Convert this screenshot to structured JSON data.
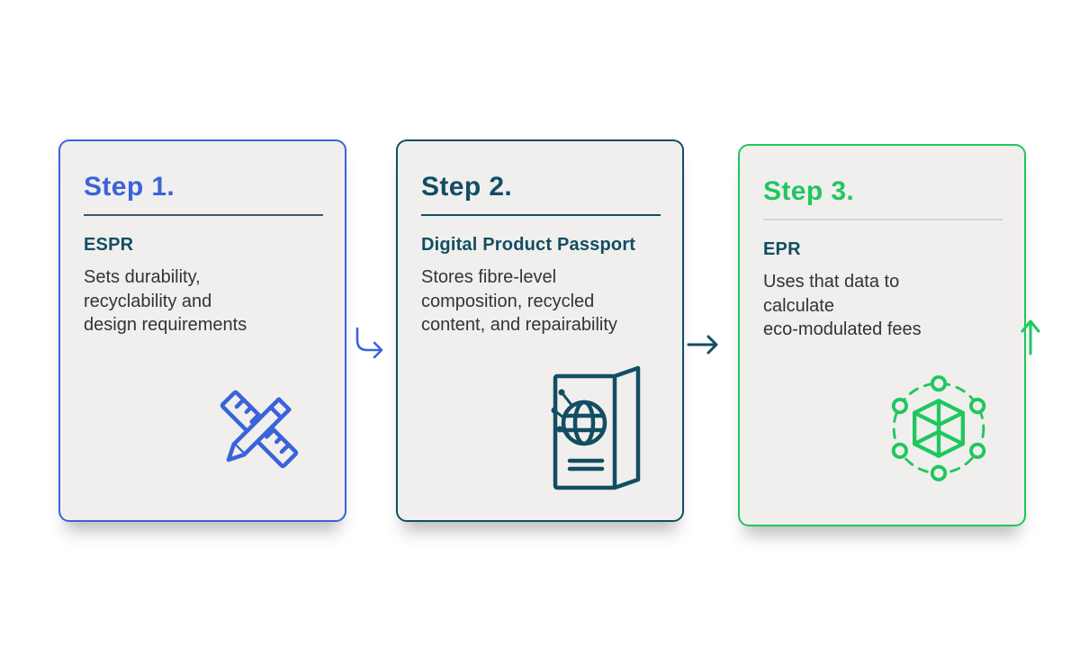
{
  "diagram": {
    "steps": [
      {
        "title": "Step 1.",
        "subtitle": "ESPR",
        "description": "Sets durability,\nrecyclability and\ndesign requirements",
        "icon": "ruler-pencil-icon",
        "accent_color": "#3a63da"
      },
      {
        "title": "Step 2.",
        "subtitle": "Digital Product Passport",
        "description": "Stores fibre-level\ncomposition, recycled\ncontent, and repairability",
        "icon": "passport-globe-icon",
        "accent_color": "#114e62"
      },
      {
        "title": "Step 3.",
        "subtitle": "EPR",
        "description": "Uses that data to\ncalculate\neco-modulated fees",
        "icon": "cube-network-icon",
        "accent_color": "#1fc75f"
      }
    ],
    "arrows": [
      {
        "name": "elbow-right-arrow",
        "color": "#3a63da"
      },
      {
        "name": "right-arrow",
        "color": "#114e62"
      },
      {
        "name": "up-arrow",
        "color": "#1fc75f"
      }
    ],
    "colors": {
      "page_background": "#ffffff",
      "card_background": "#f0efed",
      "subtitle_text": "#114e62",
      "body_text": "#33323c",
      "divider_dark": "#40586b",
      "divider_light": "#d6d6d6"
    }
  }
}
